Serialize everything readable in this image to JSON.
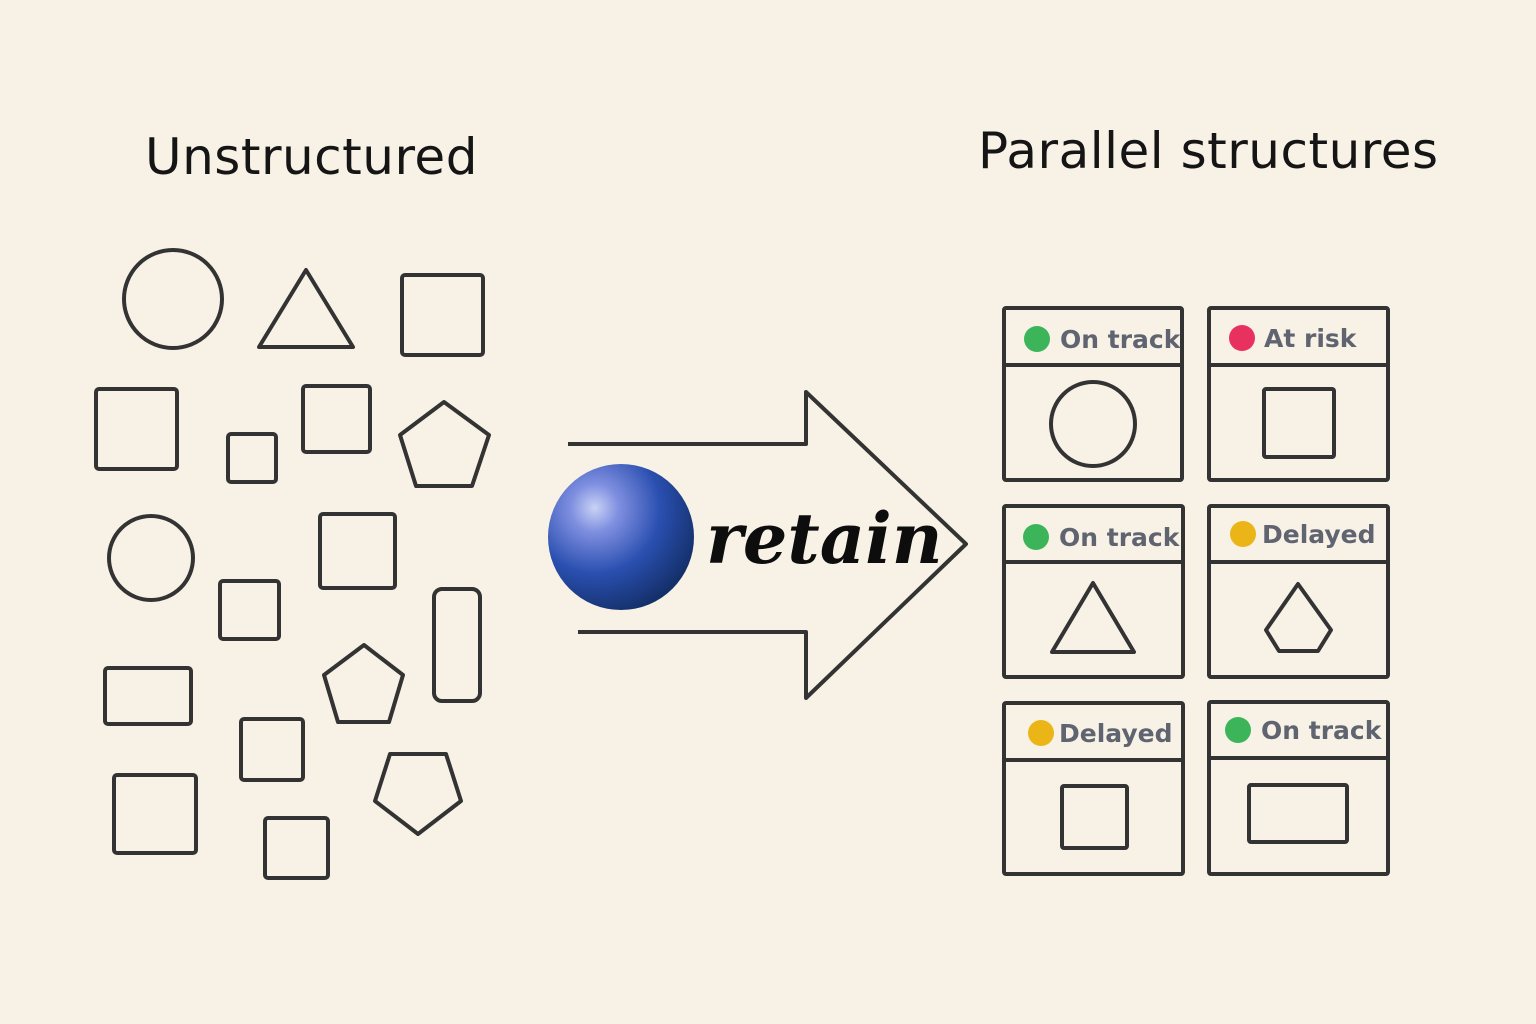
{
  "titles": {
    "left": "Unstructured",
    "right": "Parallel structures"
  },
  "logo": {
    "text": "retain",
    "icon": "blue-sphere-icon",
    "color": "#2a4fb0"
  },
  "status_colors": {
    "On track": "#3cb55a",
    "At risk": "#e8315e",
    "Delayed": "#ebb517"
  },
  "cards": [
    {
      "status": "On track",
      "shape": "circle"
    },
    {
      "status": "At risk",
      "shape": "square"
    },
    {
      "status": "On track",
      "shape": "triangle"
    },
    {
      "status": "Delayed",
      "shape": "pentagon"
    },
    {
      "status": "Delayed",
      "shape": "square"
    },
    {
      "status": "On track",
      "shape": "rectangle"
    }
  ]
}
